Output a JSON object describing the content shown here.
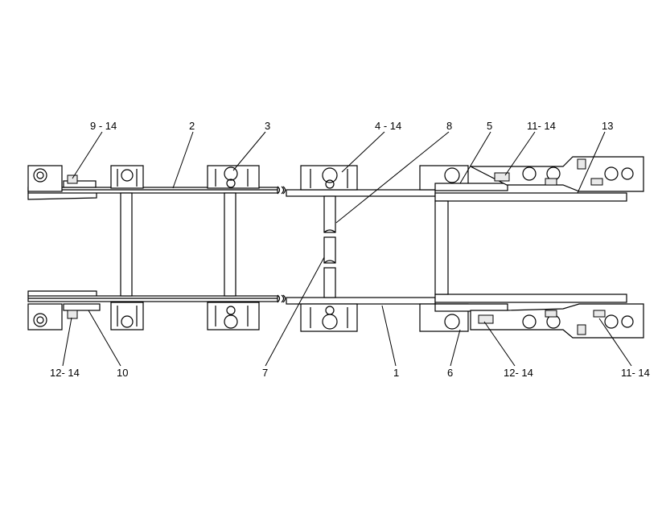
{
  "labels": [
    {
      "id": "l1",
      "text": "9 - 14"
    },
    {
      "id": "l2",
      "text": "2"
    },
    {
      "id": "l3",
      "text": "3"
    },
    {
      "id": "l4",
      "text": "4 - 14"
    },
    {
      "id": "l5",
      "text": "8"
    },
    {
      "id": "l6",
      "text": "5"
    },
    {
      "id": "l7",
      "text": "11- 14"
    },
    {
      "id": "l8",
      "text": "13"
    },
    {
      "id": "l9",
      "text": "12- 14"
    },
    {
      "id": "l10",
      "text": "10"
    },
    {
      "id": "l11",
      "text": "7"
    },
    {
      "id": "l12",
      "text": "1"
    },
    {
      "id": "l13",
      "text": "6"
    },
    {
      "id": "l14",
      "text": "12- 14"
    },
    {
      "id": "l15",
      "text": "11- 14"
    }
  ]
}
